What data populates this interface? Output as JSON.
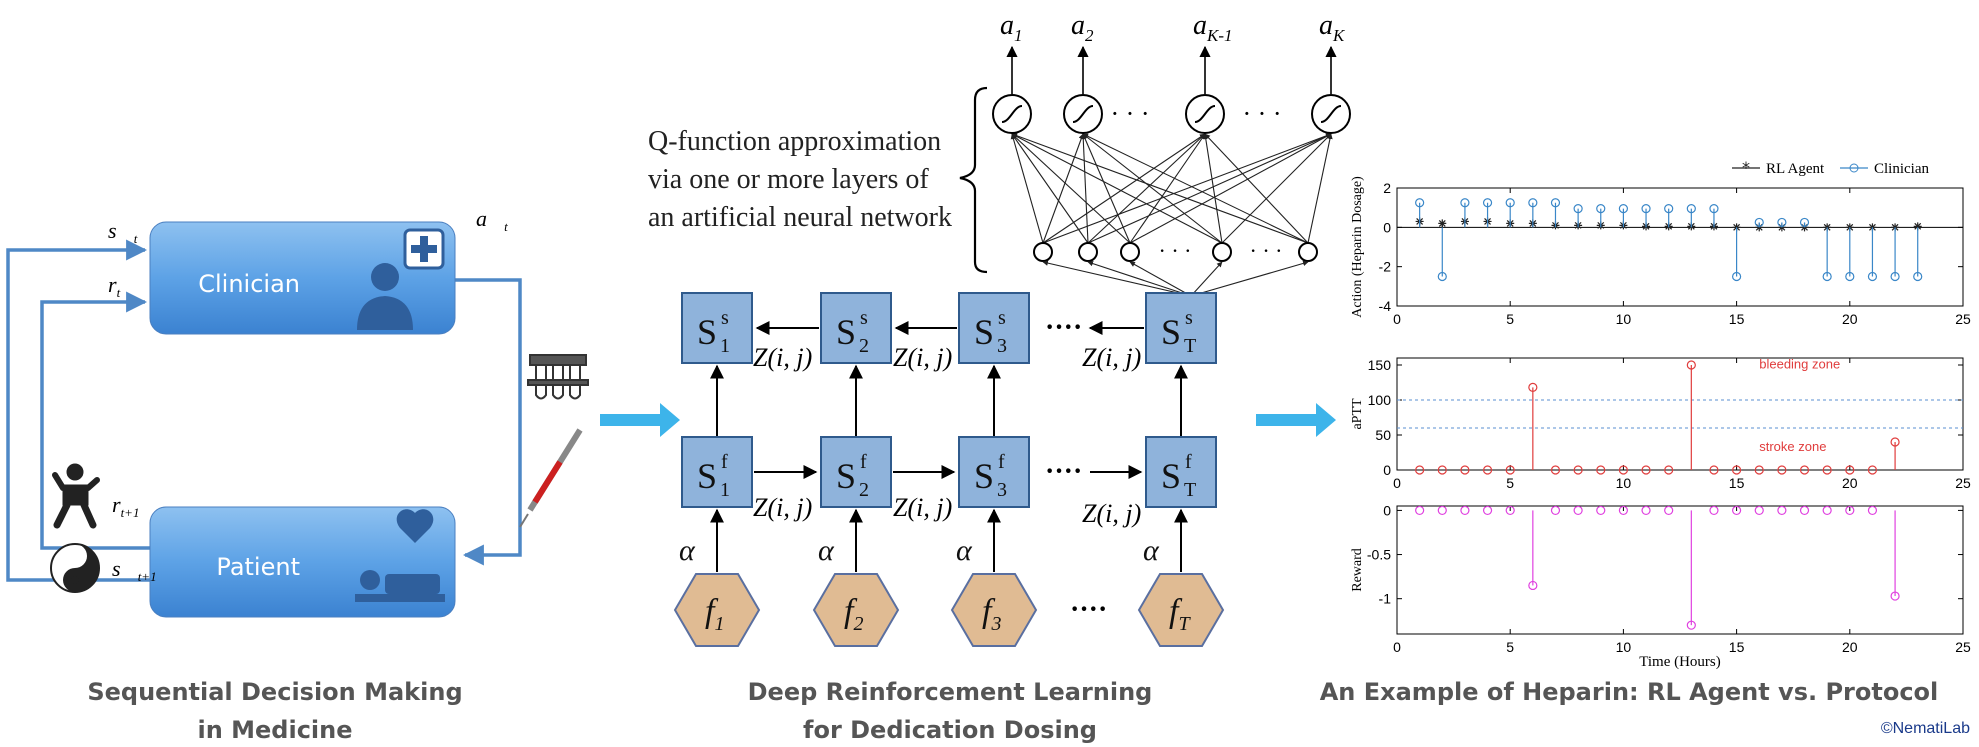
{
  "panel_left": {
    "box_top_label": "Clinician",
    "box_bottom_label": "Patient",
    "state_label": "s⃗",
    "state_sub": "t",
    "reward_label": "r",
    "reward_sub": "t",
    "action_label": "a⃗",
    "action_sub": "t",
    "next_reward_label": "r",
    "next_reward_sub": "t+1",
    "next_state_label": "s⃗",
    "next_state_sub": "t+1",
    "caption_line1": "Sequential Decision Making",
    "caption_line2": "in Medicine"
  },
  "panel_middle": {
    "outputs": [
      {
        "base": "a",
        "sub": "1"
      },
      {
        "base": "a",
        "sub": "2"
      },
      {
        "base": "a",
        "sub": "K-1"
      },
      {
        "base": "a",
        "sub": "K"
      }
    ],
    "qtext": [
      "Q-function approximation",
      "via one or more layers of",
      "an artificial neural network"
    ],
    "ellipsis": "· · ·",
    "dots4": "····",
    "s_top": [
      {
        "sub": "1",
        "sup": "s"
      },
      {
        "sub": "2",
        "sup": "s"
      },
      {
        "sub": "3",
        "sup": "s"
      },
      {
        "sub": "T",
        "sup": "s"
      }
    ],
    "s_mid": [
      {
        "sub": "1",
        "sup": "f"
      },
      {
        "sub": "2",
        "sup": "f"
      },
      {
        "sub": "3",
        "sup": "f"
      },
      {
        "sub": "T",
        "sup": "f"
      }
    ],
    "features": [
      {
        "base": "f",
        "sub": "1"
      },
      {
        "base": "f",
        "sub": "2"
      },
      {
        "base": "f",
        "sub": "3"
      },
      {
        "base": "f",
        "sub": "T"
      }
    ],
    "z_label": "Z(i, j)",
    "alpha": "α",
    "s_letter": "S",
    "caption_line1": "Deep Reinforcement Learning",
    "caption_line2": "for Dedication Dosing"
  },
  "panel_right": {
    "caption": "An Example of Heparin: RL Agent vs. Protocol",
    "credit": "©NematiLab"
  },
  "chart_data": [
    {
      "type": "scatter",
      "style": "stem",
      "ylabel": "Action (Heparin Dosage)",
      "xlim": [
        0,
        25
      ],
      "ylim": [
        -4,
        2
      ],
      "xticks": [
        0,
        5,
        10,
        15,
        20,
        25
      ],
      "yticks": [
        -4,
        -2,
        0,
        2
      ],
      "legend": [
        "RL Agent",
        "Clinician"
      ],
      "legend_position": "top-right",
      "series": [
        {
          "name": "RL Agent",
          "color": "#222222",
          "marker": "star",
          "x": [
            1,
            2,
            3,
            4,
            5,
            6,
            7,
            8,
            9,
            10,
            11,
            12,
            13,
            14,
            15,
            16,
            17,
            18,
            19,
            20,
            21,
            22,
            23
          ],
          "y": [
            0.3,
            0.2,
            0.3,
            0.3,
            0.2,
            0.2,
            0.1,
            0.1,
            0.1,
            0.1,
            0.05,
            0.05,
            0.05,
            0.05,
            0,
            0,
            0,
            0,
            0,
            0,
            0,
            0,
            0.05
          ]
        },
        {
          "name": "Clinician",
          "color": "#3a87c8",
          "marker": "circle",
          "x": [
            1,
            2,
            3,
            4,
            5,
            6,
            7,
            8,
            9,
            10,
            11,
            12,
            13,
            14,
            15,
            16,
            17,
            18,
            19,
            20,
            21,
            22,
            23
          ],
          "y": [
            1.25,
            -2.5,
            1.25,
            1.25,
            1.25,
            1.25,
            1.25,
            0.95,
            0.95,
            0.95,
            0.95,
            0.95,
            0.95,
            0.95,
            -2.5,
            0.25,
            0.25,
            0.25,
            -2.5,
            -2.5,
            -2.5,
            -2.5,
            -2.5
          ]
        }
      ]
    },
    {
      "type": "scatter",
      "style": "stem",
      "ylabel": "aPTT",
      "xlim": [
        0,
        25
      ],
      "ylim": [
        0,
        160
      ],
      "xticks": [
        0,
        5,
        10,
        15,
        20,
        25
      ],
      "yticks": [
        0,
        50,
        100,
        150
      ],
      "annotations": [
        {
          "text": "bleeding zone",
          "x": 16,
          "y": 145
        },
        {
          "text": "stroke zone",
          "x": 16,
          "y": 27
        }
      ],
      "reference_lines": [
        100,
        60
      ],
      "series": [
        {
          "color": "#e03c3c",
          "marker": "circle",
          "x": [
            1,
            2,
            3,
            4,
            5,
            6,
            7,
            8,
            9,
            10,
            11,
            12,
            13,
            14,
            15,
            16,
            17,
            18,
            19,
            20,
            21,
            22
          ],
          "y": [
            0,
            0,
            0,
            0,
            0,
            118,
            0,
            0,
            0,
            0,
            0,
            0,
            150,
            0,
            0,
            0,
            0,
            0,
            0,
            0,
            0,
            40
          ]
        }
      ]
    },
    {
      "type": "scatter",
      "style": "stem",
      "ylabel": "Reward",
      "xlabel": "Time (Hours)",
      "xlim": [
        0,
        25
      ],
      "ylim": [
        -1.4,
        0.05
      ],
      "xticks": [
        0,
        5,
        10,
        15,
        20,
        25
      ],
      "yticks": [
        -1,
        -0.5,
        0
      ],
      "series": [
        {
          "color": "#e040e0",
          "marker": "circle",
          "x": [
            1,
            2,
            3,
            4,
            5,
            6,
            7,
            8,
            9,
            10,
            11,
            12,
            13,
            14,
            15,
            16,
            17,
            18,
            19,
            20,
            21,
            22
          ],
          "y": [
            0,
            0,
            0,
            0,
            0,
            -0.85,
            0,
            0,
            0,
            0,
            0,
            0,
            -1.3,
            0,
            0,
            0,
            0,
            0,
            0,
            0,
            0,
            -0.97
          ]
        }
      ]
    }
  ]
}
